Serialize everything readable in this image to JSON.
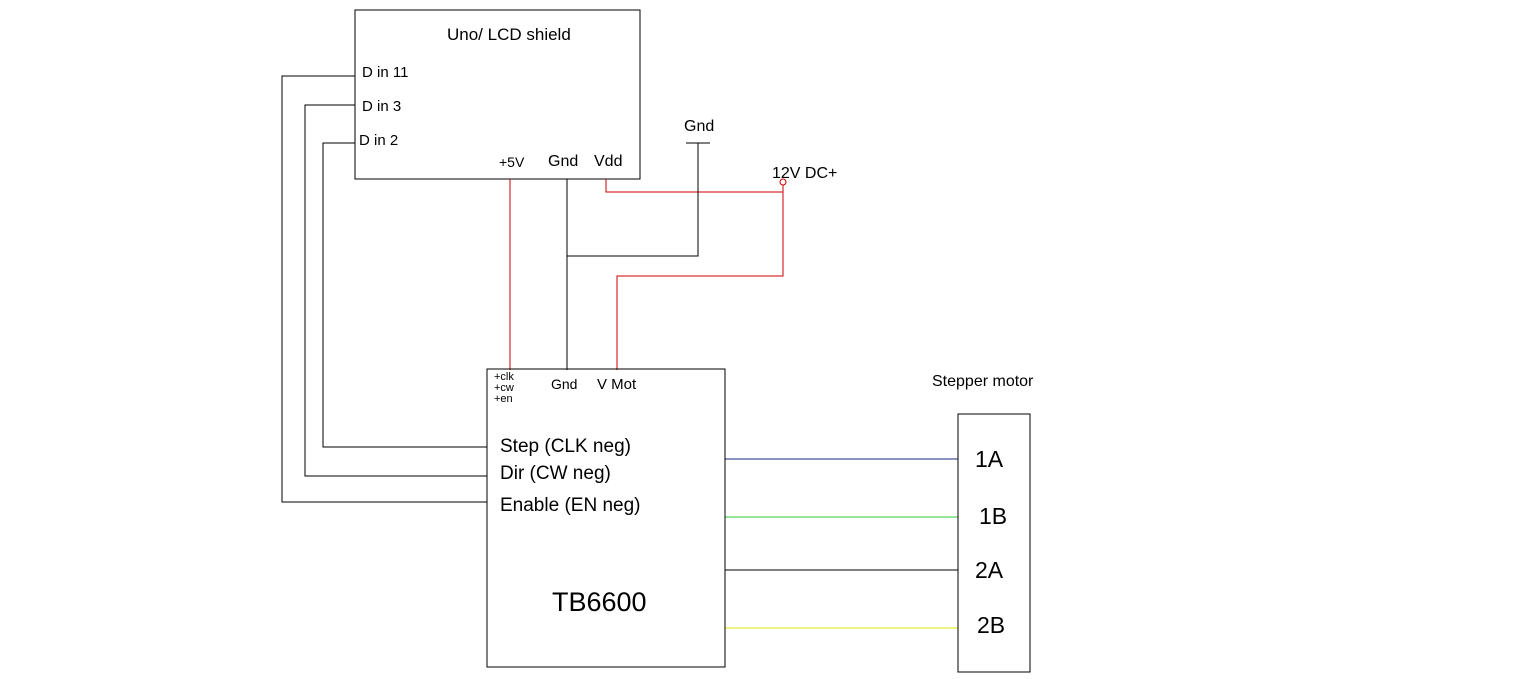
{
  "uno_shield": {
    "title": "Uno/ LCD shield",
    "pins": {
      "d11": "D in 11",
      "d3": "D in 3",
      "d2": "D in 2",
      "v5": "+5V",
      "gnd": "Gnd",
      "vdd": "Vdd"
    }
  },
  "ground_symbol": {
    "label": "Gnd"
  },
  "power_terminal": {
    "label": "12V DC+"
  },
  "driver": {
    "name": "TB6600",
    "top_pins": {
      "clk": "+clk",
      "cw": "+cw",
      "en": "+en",
      "gnd": "Gnd",
      "vmot": "V Mot"
    },
    "inputs": {
      "step": "Step (CLK neg)",
      "dir": "Dir (CW neg)",
      "enable": "Enable (EN neg)"
    }
  },
  "motor": {
    "title": "Stepper motor",
    "coils": {
      "a1": "1A",
      "b1": "1B",
      "a2": "2A",
      "b2": "2B"
    }
  },
  "colors": {
    "power_wire": "#cc0000",
    "ground_wire": "#000000",
    "signal_wire": "#000000",
    "coil_1a": "#1a237e",
    "coil_1b": "#33cc33",
    "coil_2a": "#000000",
    "coil_2b": "#e6e600"
  }
}
